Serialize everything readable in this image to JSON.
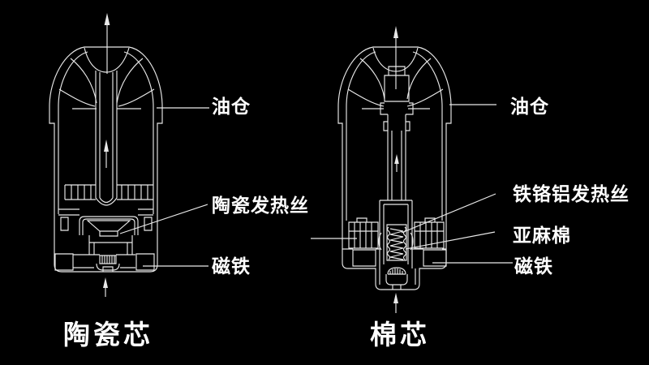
{
  "colors": {
    "background": "#000000",
    "line": "#e9e9e9",
    "text": "#ffffff"
  },
  "left_diagram": {
    "title": "陶瓷芯",
    "labels": {
      "oil_chamber": "油仓",
      "heating_wire": "陶瓷发热丝",
      "magnet": "磁铁"
    }
  },
  "right_diagram": {
    "title": "棉芯",
    "labels": {
      "oil_chamber": "油仓",
      "heating_wire": "铁铬铝发热丝",
      "flax_cotton": "亚麻棉",
      "magnet": "磁铁"
    }
  }
}
